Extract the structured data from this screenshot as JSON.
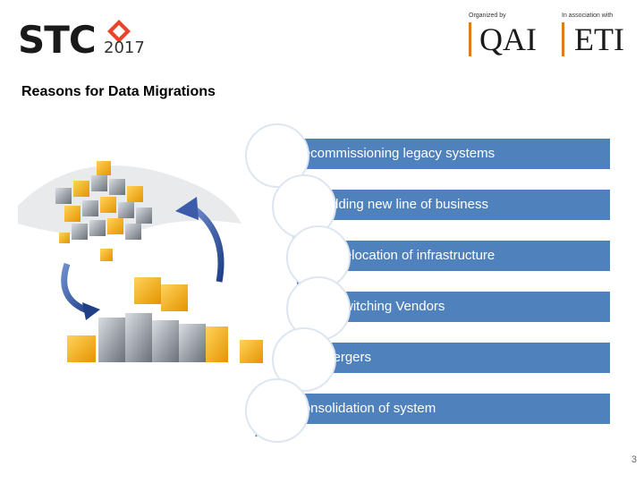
{
  "header": {
    "brand": "STC",
    "year": "2017",
    "organized_by_label": "Organized by",
    "organizer": "QAI",
    "association_label": "In association with",
    "associate": "ETI"
  },
  "slide": {
    "title": "Reasons for Data Migrations",
    "page_number": "3"
  },
  "reasons": [
    "Decommissioning legacy systems",
    "Adding new line of business",
    "Relocation of infrastructure",
    "Switching Vendors",
    "Mergers",
    "Consolidation of system"
  ],
  "colors": {
    "bar": "#4f81bd",
    "accent": "#e07b1a",
    "arrow": "#2f5597",
    "cube": "#f5a800"
  }
}
